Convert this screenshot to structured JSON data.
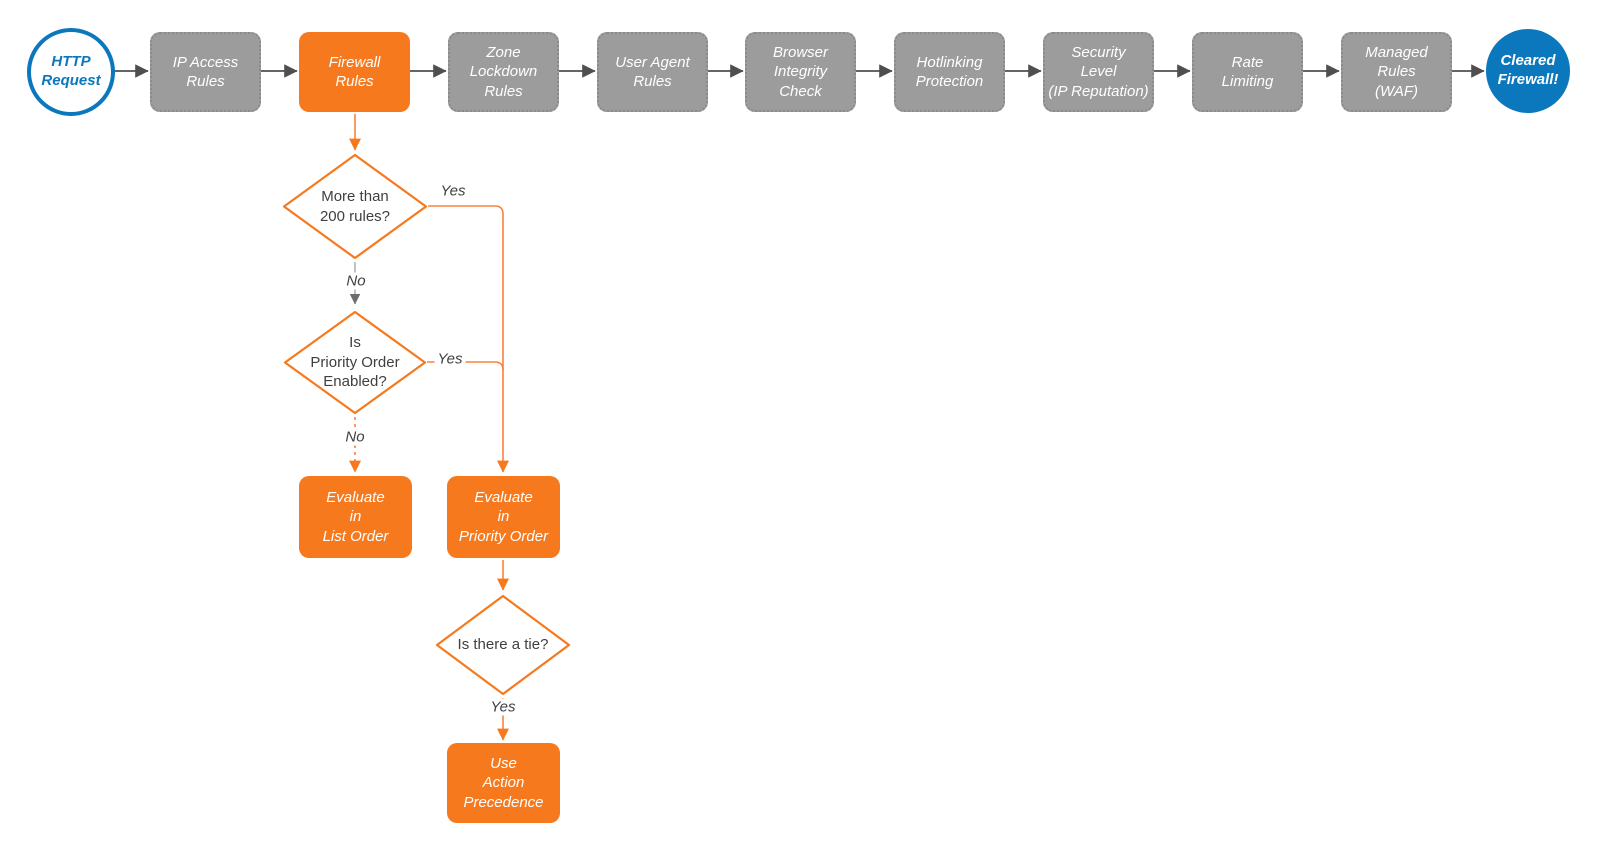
{
  "colors": {
    "orange": "#F7791E",
    "gray": "#9C9C9C",
    "blue": "#0B77BD",
    "arrow_gray": "#4F4F4F"
  },
  "pipeline": {
    "start": {
      "label": "HTTP\nRequest"
    },
    "steps": [
      {
        "label": "IP Access\nRules"
      },
      {
        "label": "Firewall\nRules"
      },
      {
        "label": "Zone\nLockdown\nRules"
      },
      {
        "label": "User Agent\nRules"
      },
      {
        "label": "Browser\nIntegrity\nCheck"
      },
      {
        "label": "Hotlinking\nProtection"
      },
      {
        "label": "Security\nLevel\n(IP Reputation)"
      },
      {
        "label": "Rate\nLimiting"
      },
      {
        "label": "Managed\nRules\n(WAF)"
      }
    ],
    "end": {
      "label": "Cleared\nFirewall!"
    }
  },
  "decision_tree": {
    "d1": {
      "question": "More than\n200 rules?",
      "yes_label": "Yes",
      "no_label": "No"
    },
    "d2": {
      "question": "Is\nPriority Order\nEnabled?",
      "yes_label": "Yes",
      "no_label": "No"
    },
    "d3": {
      "question": "Is there a tie?",
      "yes_label": "Yes"
    },
    "list_order": {
      "label": "Evaluate\nin\nList Order"
    },
    "priority_order": {
      "label": "Evaluate\nin\nPriority Order"
    },
    "action_precedence": {
      "label": "Use\nAction\nPrecedence"
    }
  }
}
